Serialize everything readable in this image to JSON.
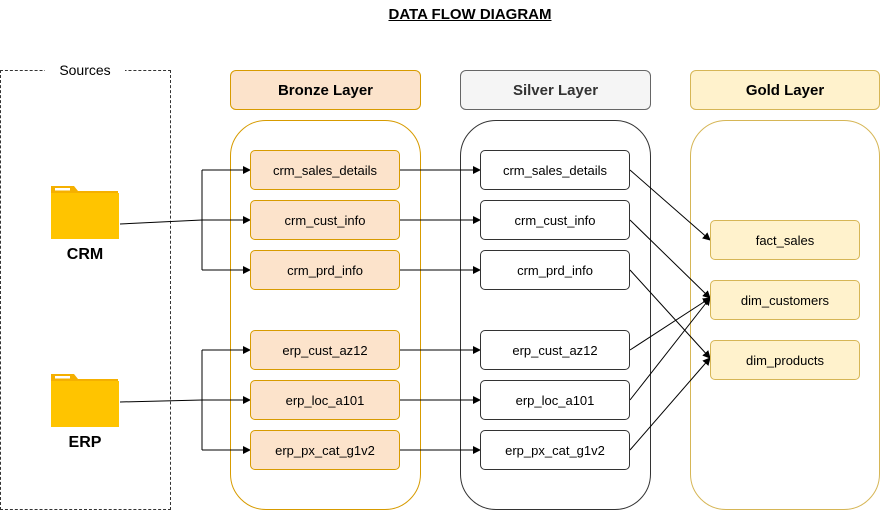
{
  "title": "DATA FLOW DIAGRAM",
  "sources": {
    "label": "Sources",
    "items": [
      {
        "label": "CRM",
        "icon": "folder-icon"
      },
      {
        "label": "ERP",
        "icon": "folder-icon"
      }
    ]
  },
  "layers": {
    "bronze": {
      "label": "Bronze Layer",
      "nodes": [
        "crm_sales_details",
        "crm_cust_info",
        "crm_prd_info",
        "erp_cust_az12",
        "erp_loc_a101",
        "erp_px_cat_g1v2"
      ]
    },
    "silver": {
      "label": "Silver Layer",
      "nodes": [
        "crm_sales_details",
        "crm_cust_info",
        "crm_prd_info",
        "erp_cust_az12",
        "erp_loc_a101",
        "erp_px_cat_g1v2"
      ]
    },
    "gold": {
      "label": "Gold Layer",
      "nodes": [
        "fact_sales",
        "dim_customers",
        "dim_products"
      ]
    }
  },
  "colors": {
    "bronze_fill": "#fce3cb",
    "bronze_stroke": "#d79b00",
    "silver_fill": "#f5f5f5",
    "silver_stroke": "#666666",
    "gold_fill": "#fff2cc",
    "gold_stroke": "#d6b656",
    "folder": "#ffc400"
  }
}
